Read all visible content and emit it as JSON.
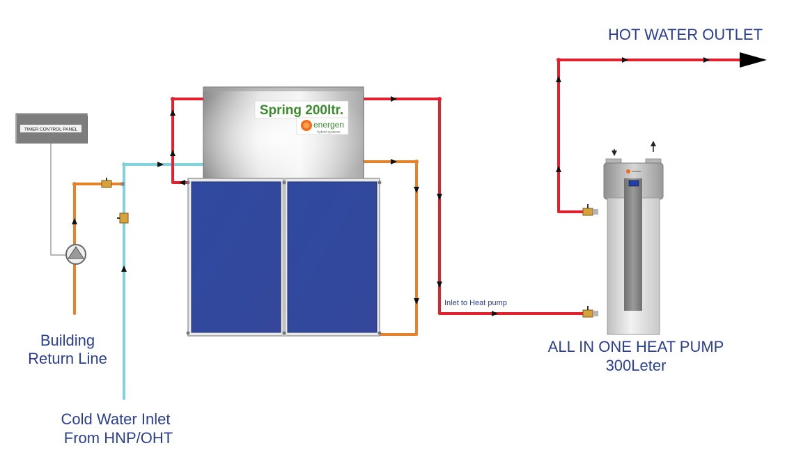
{
  "colors": {
    "hot_pipe": "#e3202b",
    "return_pipe": "#e8822a",
    "cold_pipe": "#7fd3dc",
    "label_blue": "#2b3f8f",
    "panel_blue": "#2e4396",
    "brand_green": "#3a8a2e"
  },
  "labels": {
    "hot_water_outlet": "HOT WATER OUTLET",
    "heat_pump_line1": "ALL IN ONE HEAT PUMP",
    "heat_pump_line2": "300Leter",
    "building_return_line1": "Building",
    "building_return_line2": "Return Line",
    "cold_inlet_line1": "Cold Water Inlet",
    "cold_inlet_line2": "From HNP/OHT",
    "inlet_to_heat_pump": "Inlet to Heat pump",
    "timer_panel": "TIMER CONTROL PANEL"
  },
  "tank": {
    "model": "Spring 200ltr.",
    "brand": "energen",
    "brand_sub": "hybrid systems"
  },
  "icons": [
    "pump-icon",
    "valve-icon",
    "arrow-icon",
    "heat-pump-display-icon",
    "brand-logo-icon"
  ]
}
